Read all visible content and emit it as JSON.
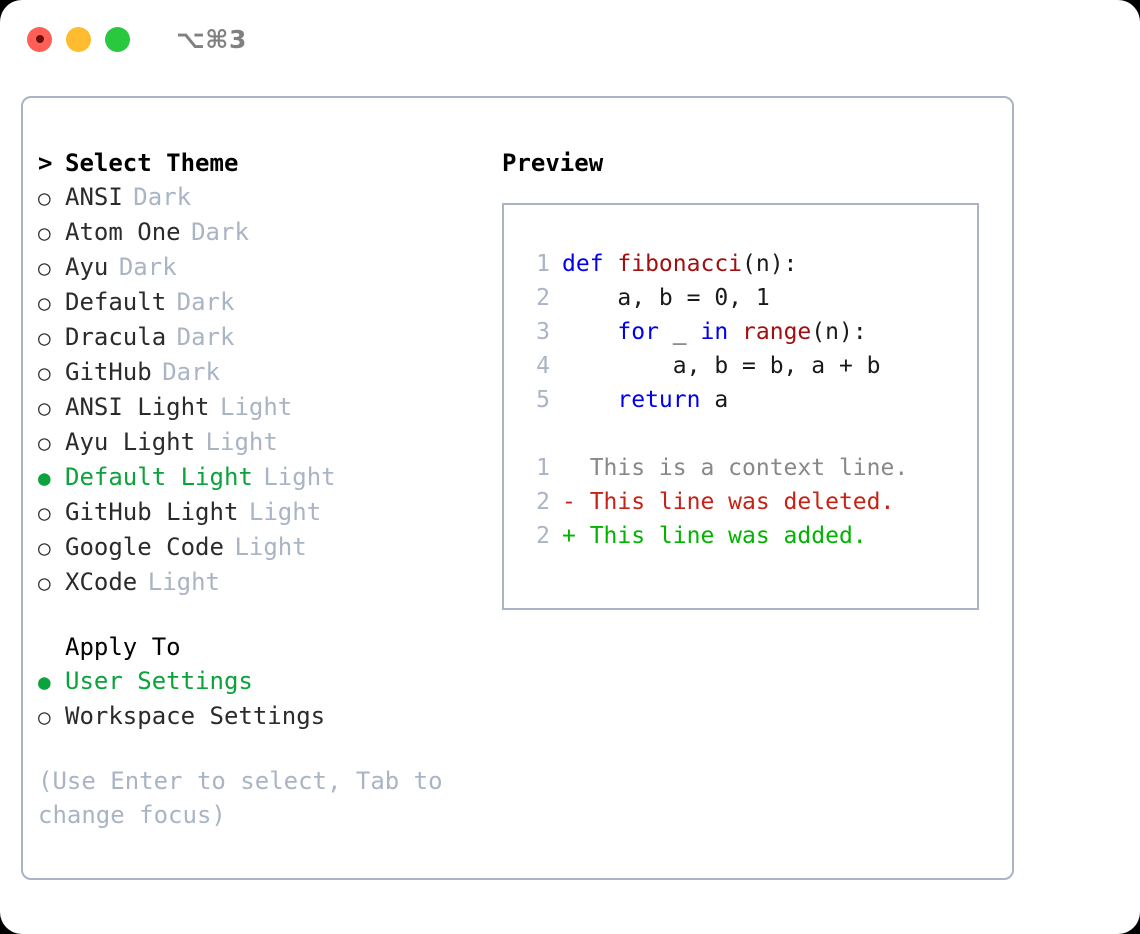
{
  "window": {
    "title": "⌥⌘3",
    "lights": [
      {
        "name": "close",
        "color": "#ff5f57"
      },
      {
        "name": "minimize",
        "color": "#febc2e"
      },
      {
        "name": "maximize",
        "color": "#29c83f"
      }
    ]
  },
  "theme_picker": {
    "prompt_marker": ">",
    "heading": "Select Theme",
    "bullet_off": "○",
    "bullet_on": "●",
    "accent_color": "#0aa33c",
    "muted_color": "#a9b4c4",
    "options": [
      {
        "label": "ANSI",
        "kind": "Dark",
        "selected": false
      },
      {
        "label": "Atom One",
        "kind": "Dark",
        "selected": false
      },
      {
        "label": "Ayu",
        "kind": "Dark",
        "selected": false
      },
      {
        "label": "Default",
        "kind": "Dark",
        "selected": false
      },
      {
        "label": "Dracula",
        "kind": "Dark",
        "selected": false
      },
      {
        "label": "GitHub",
        "kind": "Dark",
        "selected": false
      },
      {
        "label": "ANSI Light",
        "kind": "Light",
        "selected": false
      },
      {
        "label": "Ayu Light",
        "kind": "Light",
        "selected": false
      },
      {
        "label": "Default Light",
        "kind": "Light",
        "selected": true
      },
      {
        "label": "GitHub Light",
        "kind": "Light",
        "selected": false
      },
      {
        "label": "Google Code",
        "kind": "Light",
        "selected": false
      },
      {
        "label": "XCode",
        "kind": "Light",
        "selected": false
      }
    ]
  },
  "apply_to": {
    "heading": "Apply To",
    "options": [
      {
        "label": "User Settings",
        "selected": true
      },
      {
        "label": "Workspace Settings",
        "selected": false
      }
    ]
  },
  "hint": "(Use Enter to select, Tab to change focus)",
  "preview": {
    "heading": "Preview",
    "code_lines": [
      {
        "no": "1",
        "parts": [
          {
            "t": "def ",
            "c": "kw"
          },
          {
            "t": "fibonacci",
            "c": "fn"
          },
          {
            "t": "(n):",
            "c": ""
          }
        ]
      },
      {
        "no": "2",
        "parts": [
          {
            "t": "    a, b = 0, 1",
            "c": ""
          }
        ]
      },
      {
        "no": "3",
        "parts": [
          {
            "t": "    ",
            "c": ""
          },
          {
            "t": "for",
            "c": "kw"
          },
          {
            "t": " _ ",
            "c": ""
          },
          {
            "t": "in",
            "c": "kw"
          },
          {
            "t": " ",
            "c": ""
          },
          {
            "t": "range",
            "c": "fn"
          },
          {
            "t": "(n):",
            "c": ""
          }
        ]
      },
      {
        "no": "4",
        "parts": [
          {
            "t": "        a, b = b, a + b",
            "c": ""
          }
        ]
      },
      {
        "no": "5",
        "parts": [
          {
            "t": "    ",
            "c": ""
          },
          {
            "t": "return",
            "c": "kw"
          },
          {
            "t": " a",
            "c": ""
          }
        ]
      }
    ],
    "diff_lines": [
      {
        "no": "1",
        "text": "  This is a context line.",
        "cls": "ctx"
      },
      {
        "no": "2",
        "text": "- This line was deleted.",
        "cls": "del"
      },
      {
        "no": "2",
        "text": "+ This line was added.",
        "cls": "add"
      }
    ]
  }
}
